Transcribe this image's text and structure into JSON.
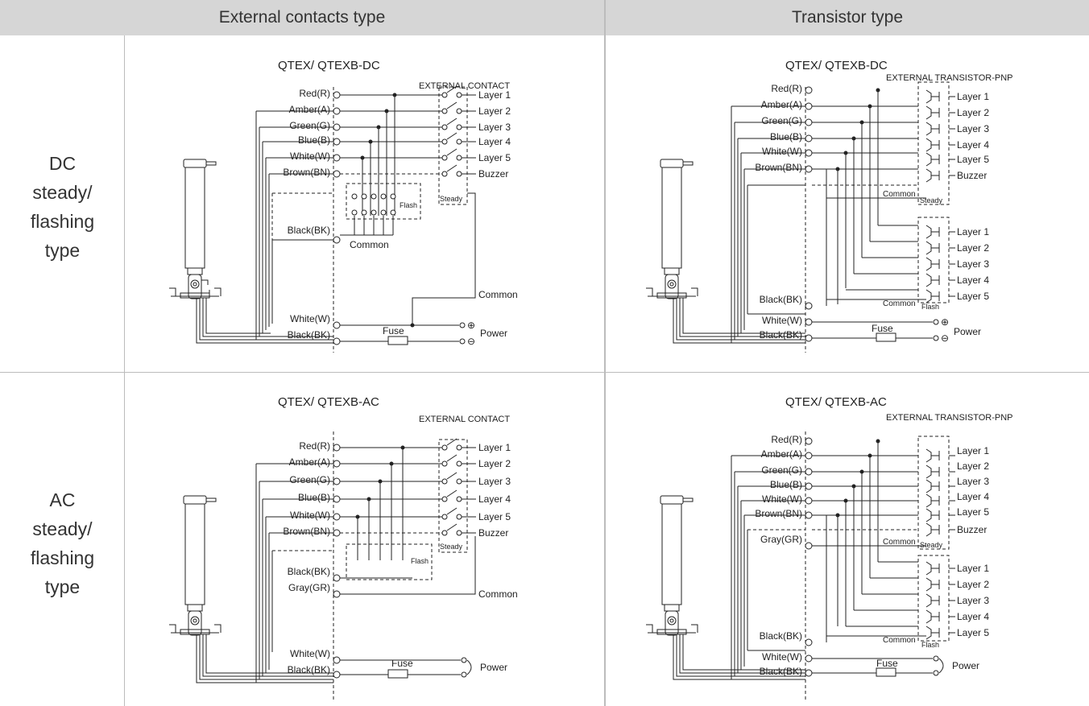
{
  "headers": {
    "external": "External contacts type",
    "transistor": "Transistor type"
  },
  "rows": {
    "dc": {
      "lines": [
        "DC",
        "steady/",
        "flashing",
        "type"
      ]
    },
    "ac": {
      "lines": [
        "AC",
        "steady/",
        "flashing",
        "type"
      ]
    }
  },
  "diagrams": {
    "dc_ext": {
      "model": "QTEX/ QTEXB-DC",
      "kind": "EXTERNAL CONTACT",
      "wires": [
        "Red(R)",
        "Amber(A)",
        "Green(G)",
        "Blue(B)",
        "White(W)",
        "Brown(BN)"
      ],
      "outputs": [
        "Layer 1",
        "Layer 2",
        "Layer 3",
        "Layer 4",
        "Layer 5",
        "Buzzer"
      ],
      "steady": "Steady",
      "flash": "Flash",
      "common_wire": "Black(BK)",
      "common": "Common",
      "power_wires": [
        "White(W)",
        "Black(BK)"
      ],
      "fuse": "Fuse",
      "power": "Power",
      "plus": "⊕",
      "minus": "⊖"
    },
    "dc_tr": {
      "model": "QTEX/ QTEXB-DC",
      "kind": "EXTERNAL TRANSISTOR-PNP",
      "wires": [
        "Red(R)",
        "Amber(A)",
        "Green(G)",
        "Blue(B)",
        "White(W)",
        "Brown(BN)"
      ],
      "outputs_steady": [
        "Layer 1",
        "Layer 2",
        "Layer 3",
        "Layer 4",
        "Layer 5",
        "Buzzer"
      ],
      "outputs_flash": [
        "Layer 1",
        "Layer 2",
        "Layer 3",
        "Layer 4",
        "Layer 5"
      ],
      "common": "Common",
      "steady": "Steady",
      "flash": "Flash",
      "common_wire": "Black(BK)",
      "power_wires": [
        "White(W)",
        "Black(BK)"
      ],
      "fuse": "Fuse",
      "power": "Power",
      "plus": "⊕",
      "minus": "⊖"
    },
    "ac_ext": {
      "model": "QTEX/ QTEXB-AC",
      "kind": "EXTERNAL CONTACT",
      "wires": [
        "Red(R)",
        "Amber(A)",
        "Green(G)",
        "Blue(B)",
        "White(W)",
        "Brown(BN)"
      ],
      "outputs": [
        "Layer 1",
        "Layer 2",
        "Layer 3",
        "Layer 4",
        "Layer 5",
        "Buzzer"
      ],
      "steady": "Steady",
      "flash": "Flash",
      "common_wire": "Black(BK)",
      "gray_wire": "Gray(GR)",
      "common": "Common",
      "power_wires": [
        "White(W)",
        "Black(BK)"
      ],
      "fuse": "Fuse",
      "power": "Power"
    },
    "ac_tr": {
      "model": "QTEX/ QTEXB-AC",
      "kind": "EXTERNAL TRANSISTOR-PNP",
      "wires": [
        "Red(R)",
        "Amber(A)",
        "Green(G)",
        "Blue(B)",
        "White(W)",
        "Brown(BN)",
        "Gray(GR)"
      ],
      "outputs_steady": [
        "Layer 1",
        "Layer 2",
        "Layer 3",
        "Layer 4",
        "Layer 5",
        "Buzzer"
      ],
      "outputs_flash": [
        "Layer 1",
        "Layer 2",
        "Layer 3",
        "Layer 4",
        "Layer 5"
      ],
      "common": "Common",
      "steady": "Steady",
      "flash": "Flash",
      "common_wire": "Black(BK)",
      "power_wires": [
        "White(W)",
        "Black(BK)"
      ],
      "fuse": "Fuse",
      "power": "Power"
    }
  }
}
